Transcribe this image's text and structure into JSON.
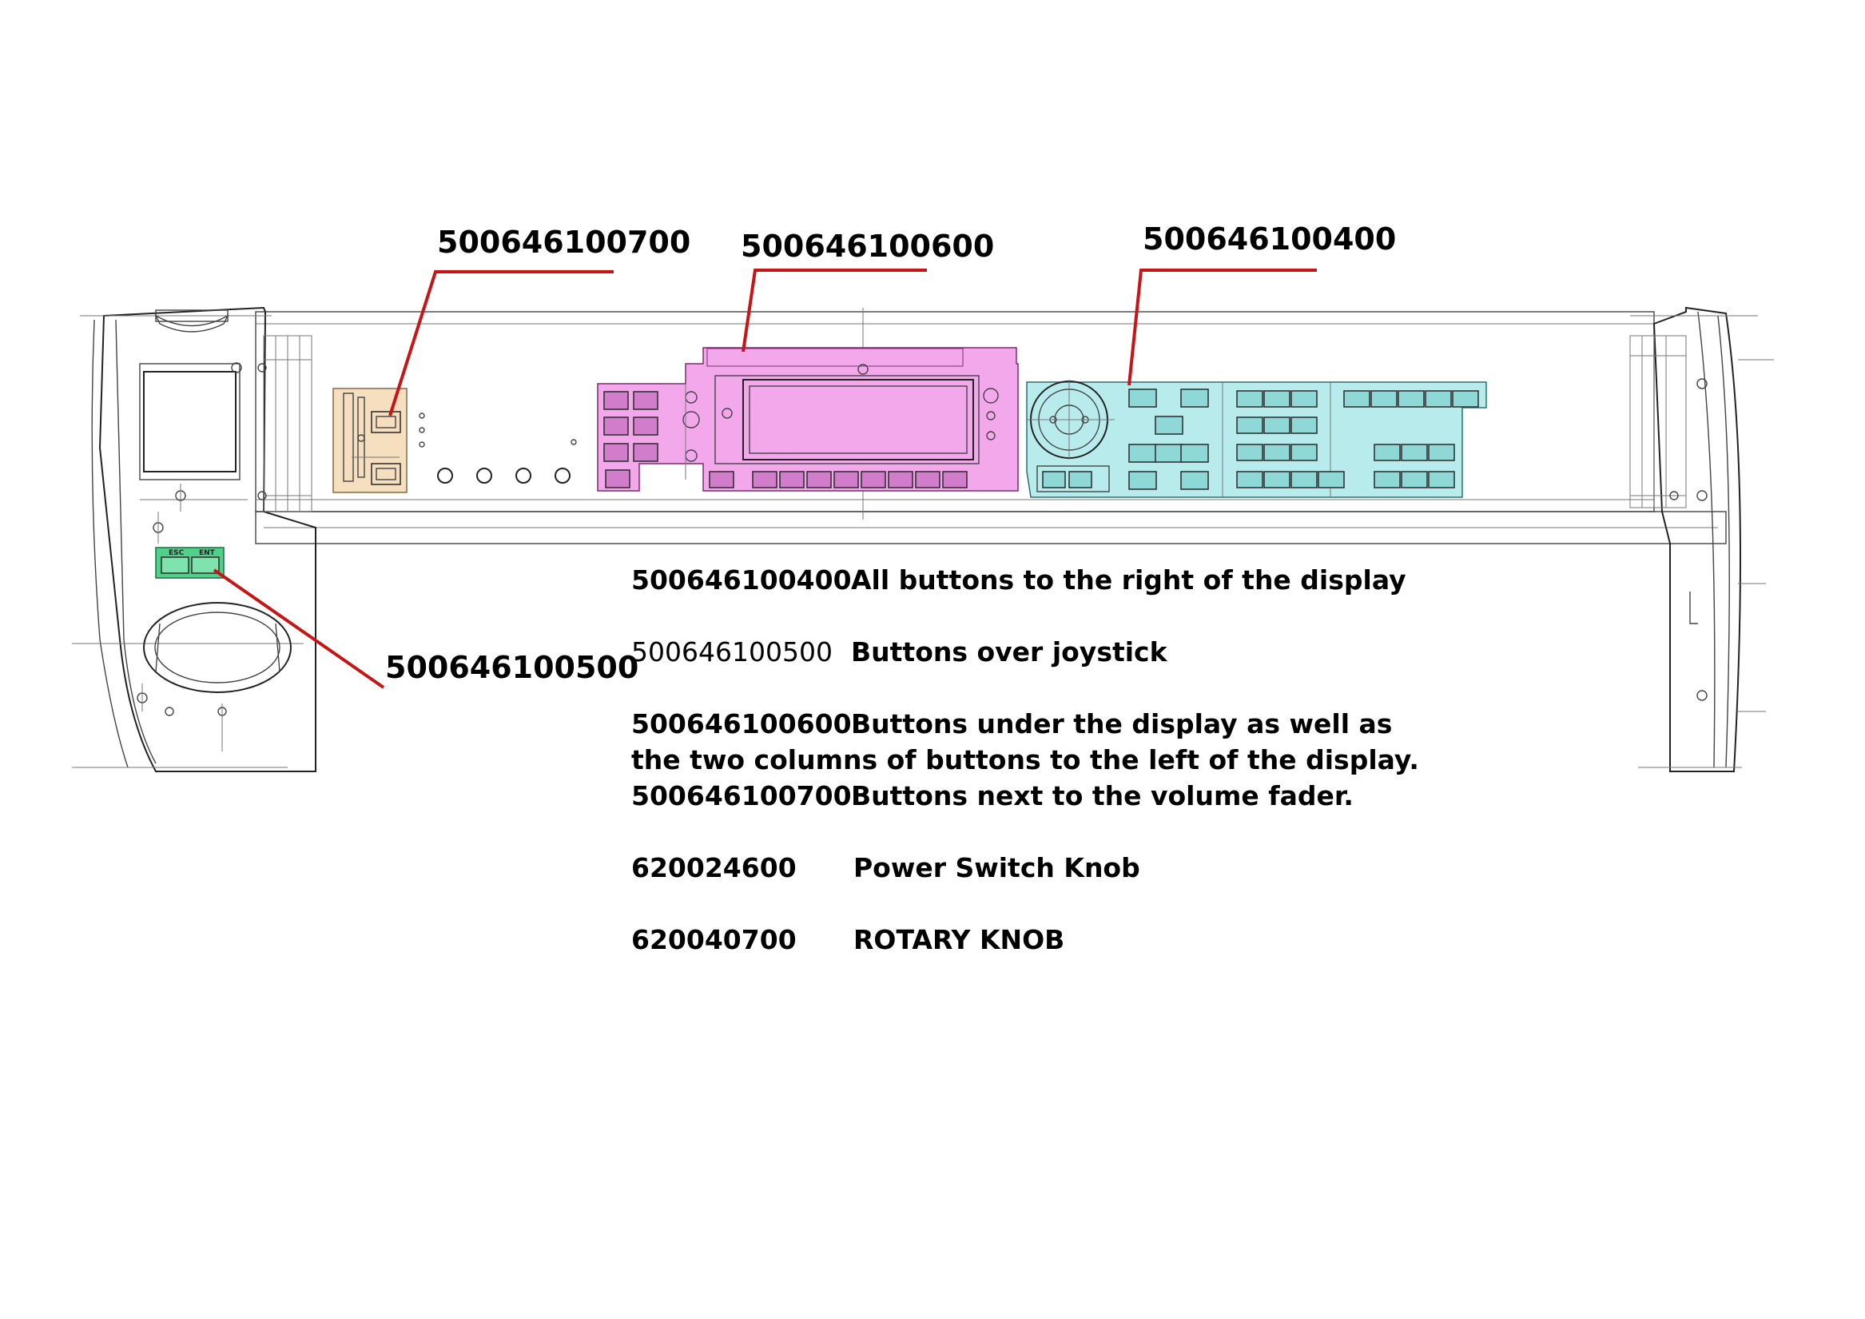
{
  "callouts": {
    "part_0700": "500646100700",
    "part_0600": "500646100600",
    "part_0400": "500646100400",
    "part_0500": "500646100500"
  },
  "legend": [
    {
      "code": "500646100400",
      "text": "All buttons to the right of the display"
    },
    {
      "code": "500646100500",
      "text": "Buttons over joystick"
    },
    {
      "code": "500646100600",
      "text": "Buttons under the display as well as"
    },
    {
      "code": "",
      "text": "the two columns of buttons to the left of the display."
    },
    {
      "code": "500646100700",
      "text": "Buttons next to the volume fader."
    },
    {
      "code": "620024600",
      "text": "Power Switch Knob"
    },
    {
      "code": "620040700",
      "text": "ROTARY KNOB"
    }
  ],
  "small_labels": {
    "left_button": "ESC",
    "right_button": "ENT"
  },
  "colors": {
    "part_0700": "#f5dfbf",
    "part_0600": "#f4a8ec",
    "part_0400": "#b8ecec",
    "part_0500": "#4fd18a",
    "leader": "#c81414"
  }
}
